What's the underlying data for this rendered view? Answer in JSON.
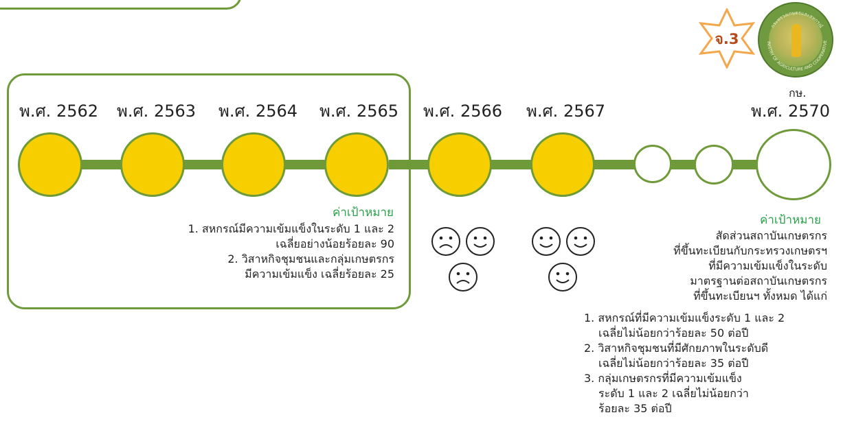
{
  "years": [
    {
      "label": "พ.ศ. 2562"
    },
    {
      "label": "พ.ศ. 2563"
    },
    {
      "label": "พ.ศ. 2564"
    },
    {
      "label": "พ.ศ. 2565"
    },
    {
      "label": "พ.ศ. 2566"
    },
    {
      "label": "พ.ศ. 2567"
    },
    {
      "label": "พ.ศ. 2570",
      "sub": "กษ."
    }
  ],
  "badge": {
    "text": "จ.3"
  },
  "seal": {
    "ring_text": "MINISTRY OF AGRICULTURE AND COOPERATIVES",
    "top_text": "กระทรวงเกษตรและสหกรณ์"
  },
  "target_left": {
    "title": "ค่าเป้าหมาย",
    "lines": [
      "1. สหกรณ์มีความเข้มแข็งในระดับ 1 และ 2",
      "เฉลี่ยอย่างน้อยร้อยละ 90",
      "2. วิสาหกิจชุมชนและกลุ่มเกษตรกร",
      "มีความเข้มแข็ง เฉลี่ยร้อยละ 25"
    ]
  },
  "target_right": {
    "title": "ค่าเป้าหมาย",
    "intro": [
      "สัดส่วนสถาบันเกษตรกร",
      "ที่ขึ้นทะเบียนกับกระทรวงเกษตรฯ",
      "ที่มีความเข้มแข็งในระดับ",
      "มาตรฐานต่อสถาบันเกษตรกร",
      "ที่ขึ้นทะเบียนฯ ทั้งหมด ได้แก่"
    ],
    "items": [
      "1. สหกรณ์ที่มีความเข้มแข็งระดับ 1 และ 2",
      "เฉลี่ยไม่น้อยกว่าร้อยละ 50 ต่อปี",
      "2. วิสาหกิจชุมชนที่มีศักยภาพในระดับดี",
      "เฉลี่ยไม่น้อยกว่าร้อยละ 35 ต่อปี",
      "3. กลุ่มเกษตรกรที่มีความเข้มแข็ง",
      "ระดับ 1 และ 2 เฉลี่ยไม่น้อยกว่า",
      "ร้อยละ 35 ต่อปี"
    ]
  },
  "faces": {
    "y2566": [
      "sad-face-icon",
      "happy-face-icon",
      "sad-face-icon"
    ],
    "y2567": [
      "happy-face-icon",
      "happy-face-icon",
      "happy-face-icon"
    ]
  },
  "colors": {
    "node_fill": "#f7cf00",
    "line": "#6e9a3a",
    "target_title": "#2aa14a",
    "badge": "#f3a64a"
  }
}
